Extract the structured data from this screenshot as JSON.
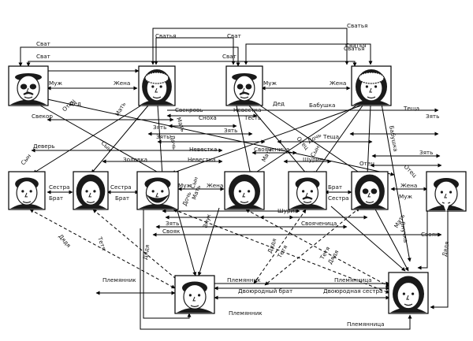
{
  "people": [
    {
      "id": "p1",
      "face": "elder-man"
    },
    {
      "id": "p2",
      "face": "elder-woman"
    },
    {
      "id": "p3",
      "face": "elder-man"
    },
    {
      "id": "p4",
      "face": "elder-woman"
    },
    {
      "id": "p5",
      "face": "man"
    },
    {
      "id": "p6",
      "face": "woman"
    },
    {
      "id": "p7",
      "face": "bearded-man"
    },
    {
      "id": "p8",
      "face": "woman"
    },
    {
      "id": "p9",
      "face": "man-mustache"
    },
    {
      "id": "p10",
      "face": "woman-glasses"
    },
    {
      "id": "p11",
      "face": "man-tie"
    },
    {
      "id": "p12",
      "face": "boy"
    },
    {
      "id": "p13",
      "face": "girl"
    }
  ],
  "labels": {
    "l01": "Сватья",
    "l02": "Сватья",
    "l03": "Сват",
    "l04": "Сватья",
    "l05": "Сват",
    "l06": "Сватья",
    "l07": "Сват",
    "l08": "Сват",
    "l09": "Муж",
    "l10": "Жена",
    "l11": "Муж",
    "l12": "Жена",
    "l13": "Дед",
    "l14": "Свекровь",
    "l15": "Невестка",
    "l16": "Дед",
    "l17": "Бабушка",
    "l18": "Теща",
    "l19": "Свекор",
    "l20": "Сноха",
    "l21": "Тесть",
    "l22": "Зять",
    "l23": "Зять",
    "l24": "Зять",
    "l25": "Теща",
    "l26": "Деверь",
    "l27": "Невестка",
    "l28": "Свояченица",
    "l29": "Зять",
    "l30": "Золовка",
    "l31": "Невестка",
    "l32": "Шурин",
    "l33": "Зять",
    "l34": "Сестра",
    "l35": "Сестра",
    "l36": "Брат",
    "l37": "Брат",
    "l38": "Муж",
    "l39": "Жена",
    "l40": "Брат",
    "l41": "Сестра",
    "l42": "Жена",
    "l43": "Муж",
    "l44": "Шурин",
    "l45": "Свояченица",
    "l46": "Зять",
    "l47": "Свояк",
    "l48": "Свояк",
    "l49": "Мать",
    "l50": "Сын",
    "l51": "Отец",
    "l52": "Сын",
    "l53": "Мать",
    "l54": "Дочь",
    "l55": "Мать",
    "l56": "Отец",
    "l57": "Дочь",
    "l58": "Бабушка",
    "l59": "Отец",
    "l60": "Сын",
    "l61": "Мать",
    "l62": "Дочь",
    "l63": "Внучка",
    "l64": "Отец",
    "l65": "Сын",
    "l66": "Мать",
    "l67": "Внук",
    "l68": "Дядя",
    "l69": "Тетя",
    "l70": "Дядя",
    "l71": "Тетя",
    "l72": "Дядя",
    "l73": "Тетя",
    "l74": "Дядя",
    "l75": "Дядя",
    "l76": "Племянник",
    "l77": "Племянник",
    "l78": "Племянница",
    "l79": "Двоюродный брат",
    "l80": "Двоюродная сестра",
    "l81": "Племянник",
    "l82": "Племянница"
  }
}
